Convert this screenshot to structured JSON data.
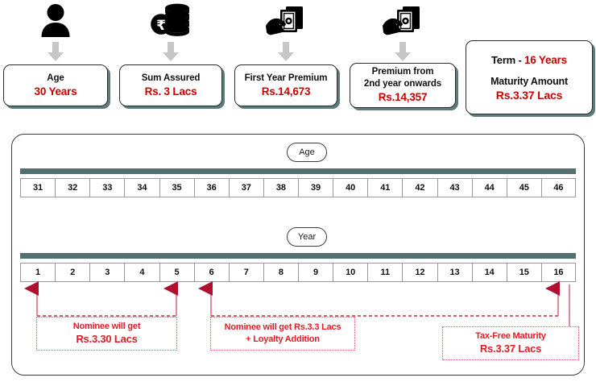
{
  "summary": {
    "items": [
      {
        "icon": "person-icon",
        "label": "Age",
        "value": "30 Years"
      },
      {
        "icon": "coins-rupee-icon",
        "label": "Sum Assured",
        "value": "Rs. 3 Lacs"
      },
      {
        "icon": "cash-in-hand-icon",
        "label": "First Year Premium",
        "value": "Rs.14,673"
      },
      {
        "icon": "cash-in-hand-icon",
        "label": "Premium from\n2nd year onwards",
        "value": "Rs.14,357"
      }
    ],
    "term_card": {
      "term_label": "Term  - ",
      "term_value": "16 Years",
      "maturity_label": "Maturity Amount",
      "maturity_value": "Rs.3.37 Lacs"
    },
    "arrow_icon": "down-arrow-icon"
  },
  "timeline": {
    "age_pill": "Age",
    "year_pill": "Year",
    "ages": [
      "31",
      "32",
      "33",
      "34",
      "35",
      "36",
      "37",
      "38",
      "39",
      "40",
      "41",
      "42",
      "43",
      "44",
      "45",
      "46"
    ],
    "years": [
      "1",
      "2",
      "3",
      "4",
      "5",
      "6",
      "7",
      "8",
      "9",
      "10",
      "11",
      "12",
      "13",
      "14",
      "15",
      "16"
    ],
    "notes": [
      {
        "line1": "Nominee will get",
        "line2": "Rs.3.30 Lacs",
        "span_from_year": "1",
        "span_to_year": "5"
      },
      {
        "line1": "Nominee will get Rs.3.3 Lacs",
        "line2": "+ Loyalty Addition",
        "span_from_year": "6",
        "span_to_year": "16"
      },
      {
        "line1": "Tax-Free Maturity",
        "line2": "Rs.3.37 Lacs",
        "span_from_year": "16",
        "span_to_year": "16"
      }
    ]
  },
  "colors": {
    "accent_red": "#e01b24",
    "value_red": "#cc0000",
    "teal_bar": "#52706f",
    "shadow_teal": "#5d7b7b",
    "note_border": "#d4606a"
  }
}
